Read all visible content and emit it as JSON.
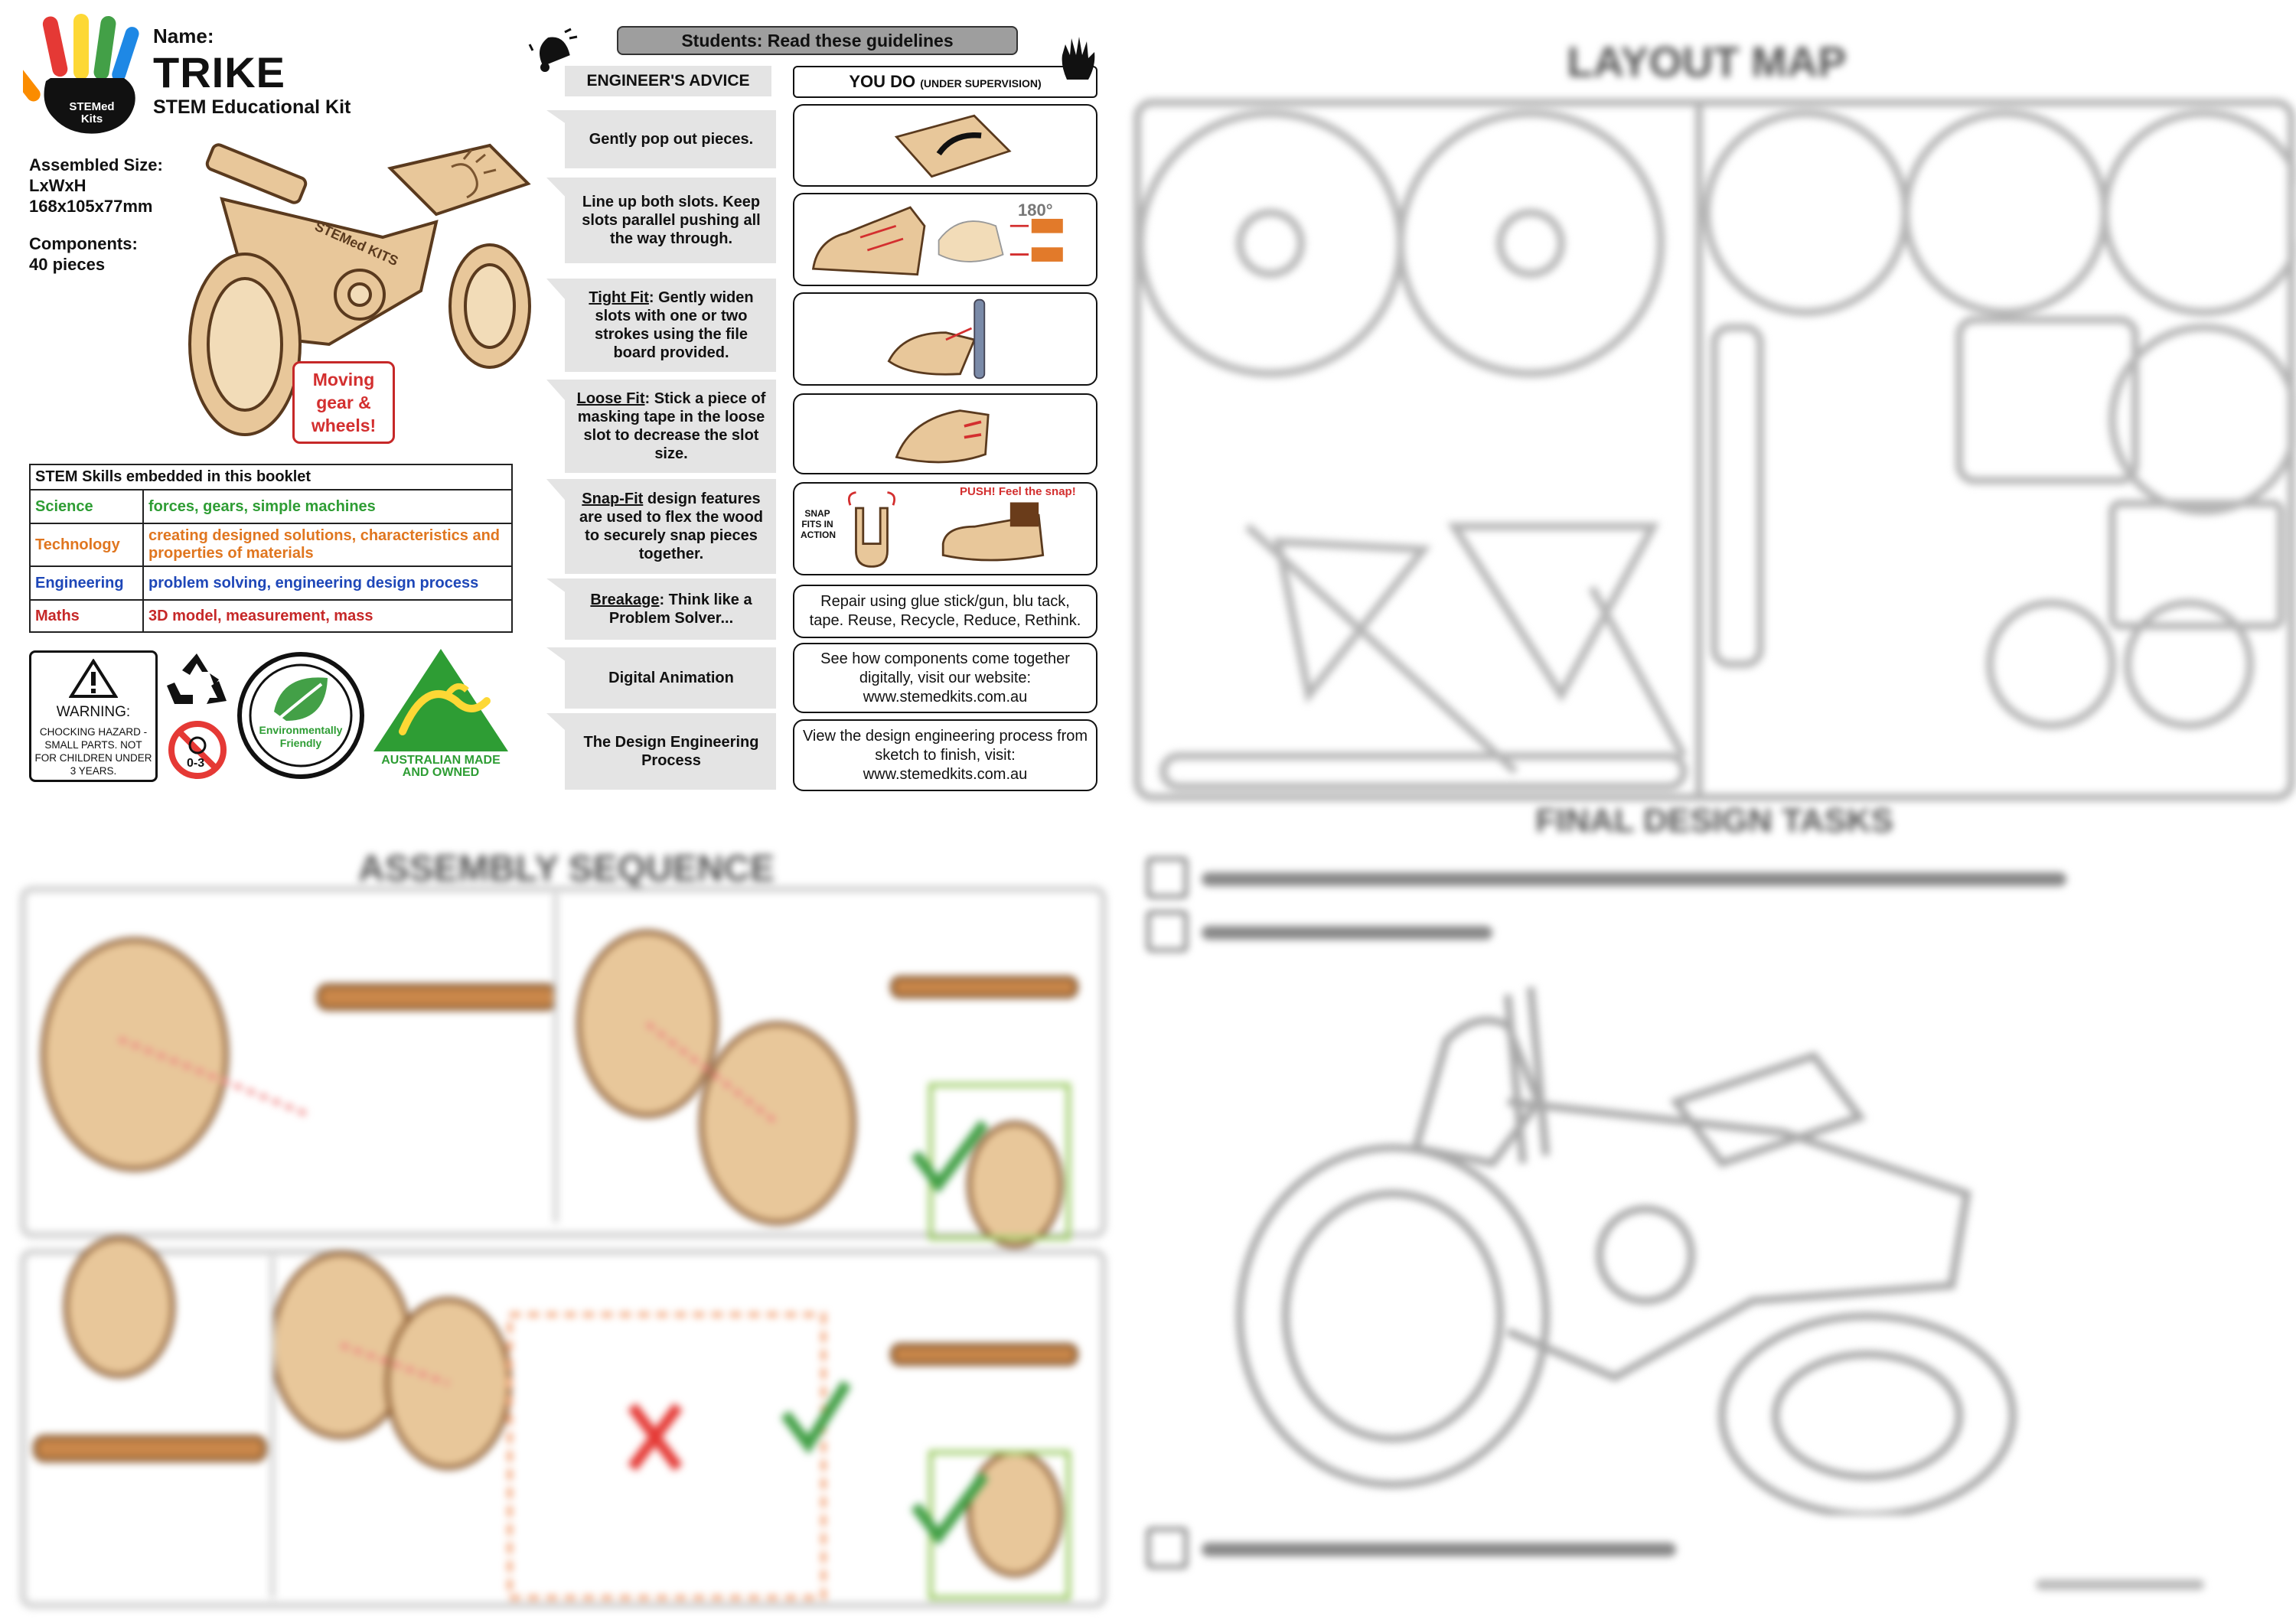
{
  "product": {
    "name_label": "Name:",
    "name": "TRIKE",
    "subtitle": "STEM Educational Kit",
    "logo_text_1": "STEMed",
    "logo_text_2": "Kits",
    "assembled_size_label": "Assembled Size:",
    "assembled_size_dims": "LxWxH",
    "assembled_size_value": "168x105x77mm",
    "components_label": "Components:",
    "components_value": "40 pieces",
    "callout_lines": [
      "Moving",
      "gear &",
      "wheels!"
    ],
    "illustration_text": "STEMed KITS"
  },
  "skills": {
    "heading": "STEM Skills embedded in this booklet",
    "rows": [
      {
        "subject": "Science",
        "detail": "forces, gears, simple machines"
      },
      {
        "subject": "Technology",
        "detail": "creating designed solutions, characteristics and properties of materials"
      },
      {
        "subject": "Engineering",
        "detail": "problem solving, engineering design process"
      },
      {
        "subject": "Maths",
        "detail": "3D model, measurement, mass"
      }
    ]
  },
  "badges": {
    "warning_title": "WARNING:",
    "warning_text": "CHOCKING HAZARD - SMALL PARTS. NOT FOR CHILDREN UNDER 3 YEARS.",
    "age_label": "0-3",
    "env_label_1": "Environmentally",
    "env_label_2": "Friendly",
    "aus_label_1": "AUSTRALIAN MADE",
    "aus_label_2": "AND OWNED"
  },
  "guidelines": {
    "title": "Students: Read these guidelines",
    "advice_header": "ENGINEER'S ADVICE",
    "do_header_main": "YOU DO",
    "do_header_sub": "(UNDER SUPERVISION)",
    "label_180": "180°",
    "snap_push_label": "PUSH! Feel the snap!",
    "snap_fits_label": "SNAP FITS IN ACTION",
    "rows": [
      {
        "term": "",
        "advice": "Gently pop out pieces.",
        "do": ""
      },
      {
        "term": "",
        "advice": "Line up both slots. Keep slots parallel pushing all the way through.",
        "do": ""
      },
      {
        "term": "Tight Fit",
        "advice": ": Gently widen slots with one or two strokes using the file board provided.",
        "do": ""
      },
      {
        "term": "Loose Fit",
        "advice": ": Stick a piece of masking tape in the loose slot to decrease the slot size.",
        "do": ""
      },
      {
        "term": "Snap-Fit",
        "advice": " design features are used to flex the wood to securely snap pieces together.",
        "do": ""
      },
      {
        "term": "Breakage",
        "advice": ": Think like a Problem Solver...",
        "do": "Repair using glue stick/gun, blu tack, tape. Reuse, Recycle, Reduce, Rethink."
      },
      {
        "term": "",
        "advice": "Digital Animation",
        "do": "See how components come together digitally, visit our website: www.stemedkits.com.au"
      },
      {
        "term": "",
        "advice": "The Design Engineering Process",
        "do": "View the design engineering process from sketch to finish, visit: www.stemedkits.com.au"
      }
    ]
  },
  "blurred_pages": {
    "layout_title": "LAYOUT MAP",
    "assembly_title": "ASSEMBLY SEQUENCE",
    "final_title": "FINAL DESIGN TASKS"
  }
}
